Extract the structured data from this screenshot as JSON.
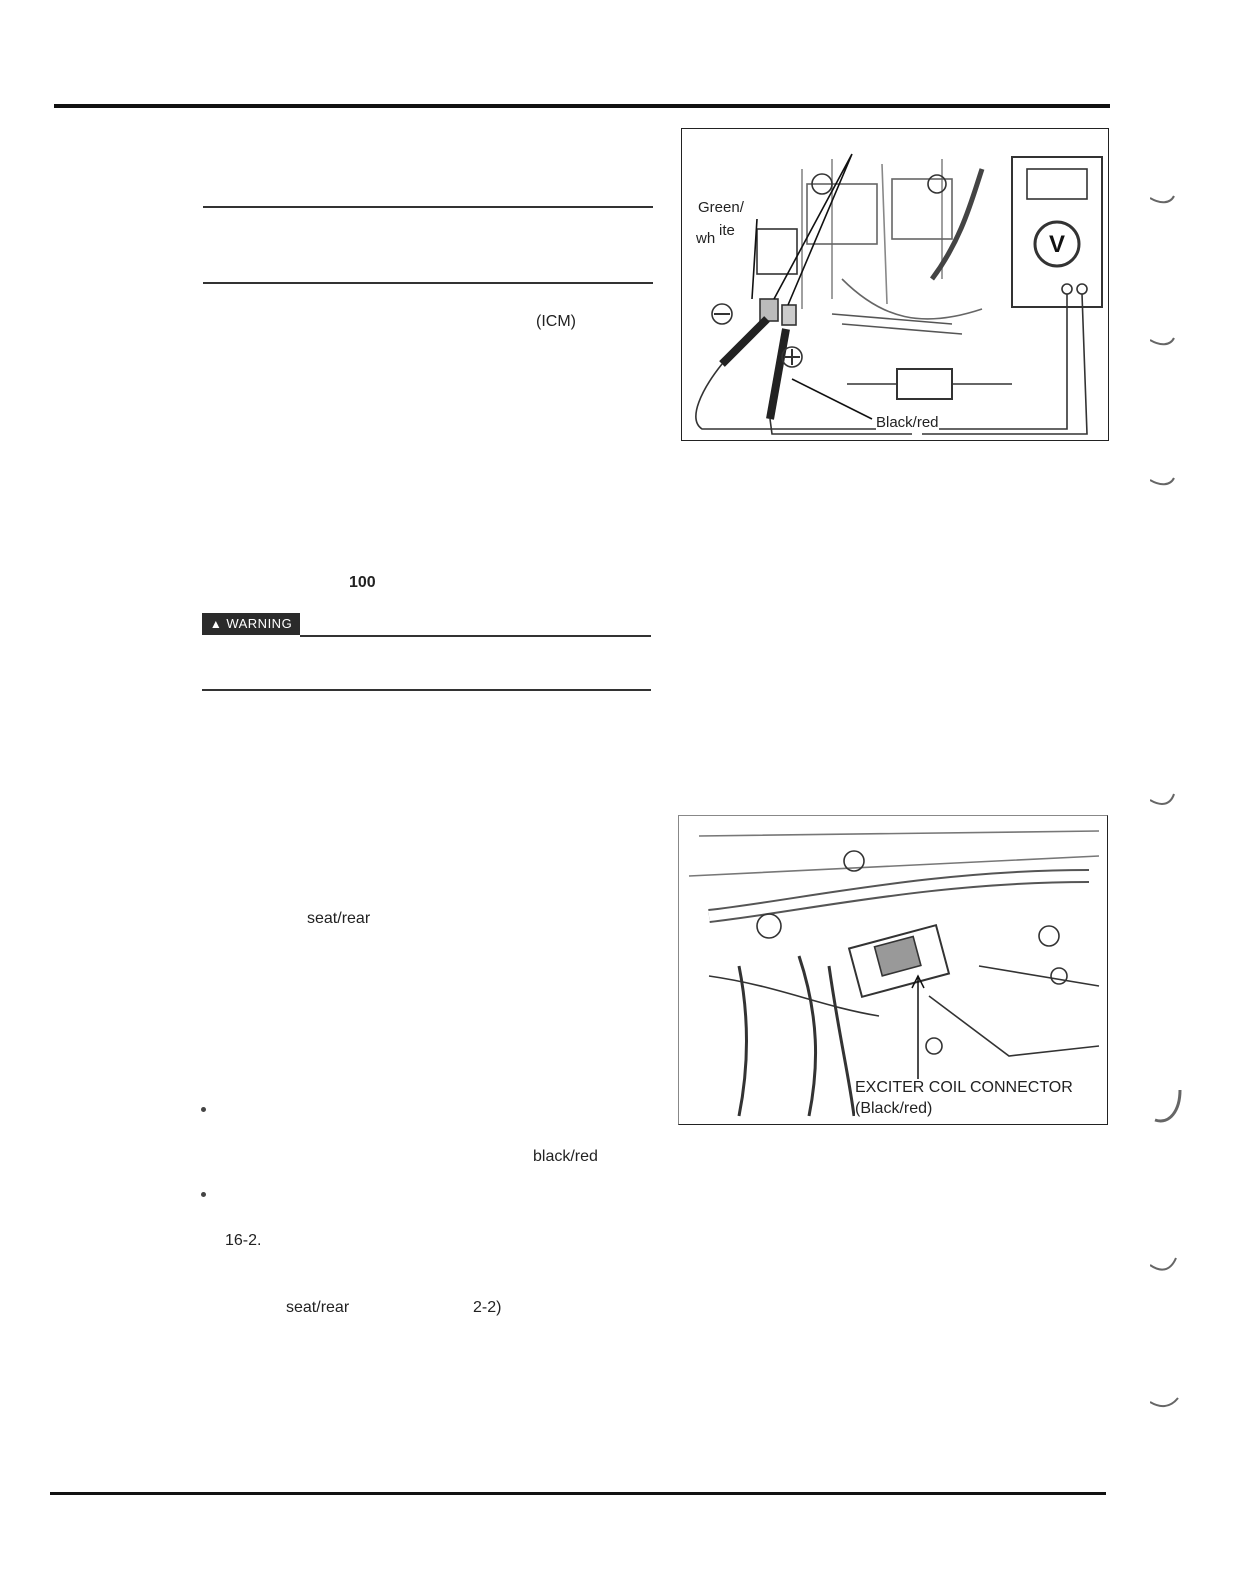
{
  "body_fragments": {
    "icm": "(ICM)",
    "value_100": "100",
    "seat_rear_1": "seat/rear",
    "black_red": "black/red",
    "page_ref": "16-2.",
    "seat_rear_2": "seat/rear",
    "section_ref": "2-2)"
  },
  "warning": {
    "label": "WARNING",
    "icon": "warning-triangle-icon"
  },
  "figure_1": {
    "label_green": "Green/",
    "label_white_a": "wh",
    "label_white_b": "ite",
    "label_black_red": "Black/red",
    "meter_symbol": "V"
  },
  "figure_2": {
    "caption_line1": "EXCITER COIL CONNECTOR",
    "caption_line2": "(Black/red)"
  }
}
